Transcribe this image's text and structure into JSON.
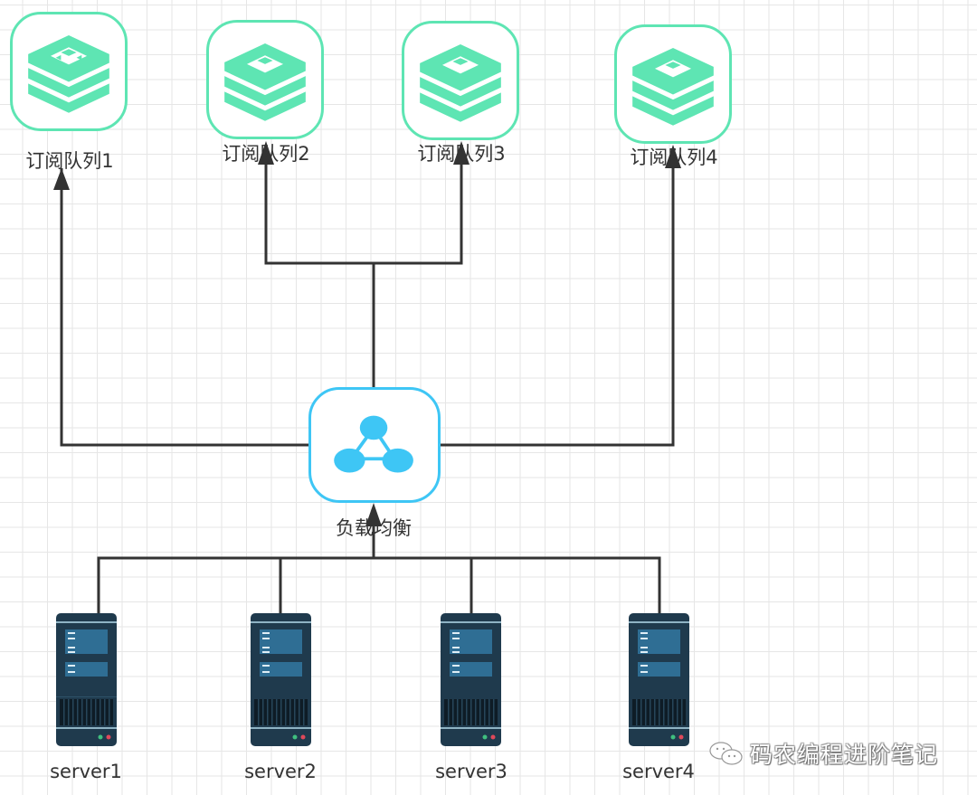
{
  "diagram": {
    "queues": [
      {
        "label": "订阅队列1",
        "icon": "redis-stack-icon"
      },
      {
        "label": "订阅队列2",
        "icon": "redis-stack-icon"
      },
      {
        "label": "订阅队列3",
        "icon": "redis-stack-icon"
      },
      {
        "label": "订阅队列4",
        "icon": "redis-stack-icon"
      }
    ],
    "load_balancer": {
      "label": "负载均衡",
      "icon": "network-triangle-icon"
    },
    "servers": [
      {
        "label": "server1",
        "icon": "server-rack-icon"
      },
      {
        "label": "server2",
        "icon": "server-rack-icon"
      },
      {
        "label": "server3",
        "icon": "server-rack-icon"
      },
      {
        "label": "server4",
        "icon": "server-rack-icon"
      }
    ],
    "edges": [
      {
        "from": "server1",
        "to": "负载均衡"
      },
      {
        "from": "server2",
        "to": "负载均衡"
      },
      {
        "from": "server3",
        "to": "负载均衡"
      },
      {
        "from": "server4",
        "to": "负载均衡"
      },
      {
        "from": "负载均衡",
        "to": "订阅队列1"
      },
      {
        "from": "负载均衡",
        "to": "订阅队列2"
      },
      {
        "from": "负载均衡",
        "to": "订阅队列3"
      },
      {
        "from": "负载均衡",
        "to": "订阅队列4"
      }
    ],
    "colors": {
      "queue_accent": "#5ee5b3",
      "lb_accent": "#3ec6f5",
      "server_body": "#1f3a4d",
      "edge": "#333333"
    }
  },
  "watermark": {
    "text": "码农编程进阶笔记",
    "icon": "wechat-icon"
  }
}
